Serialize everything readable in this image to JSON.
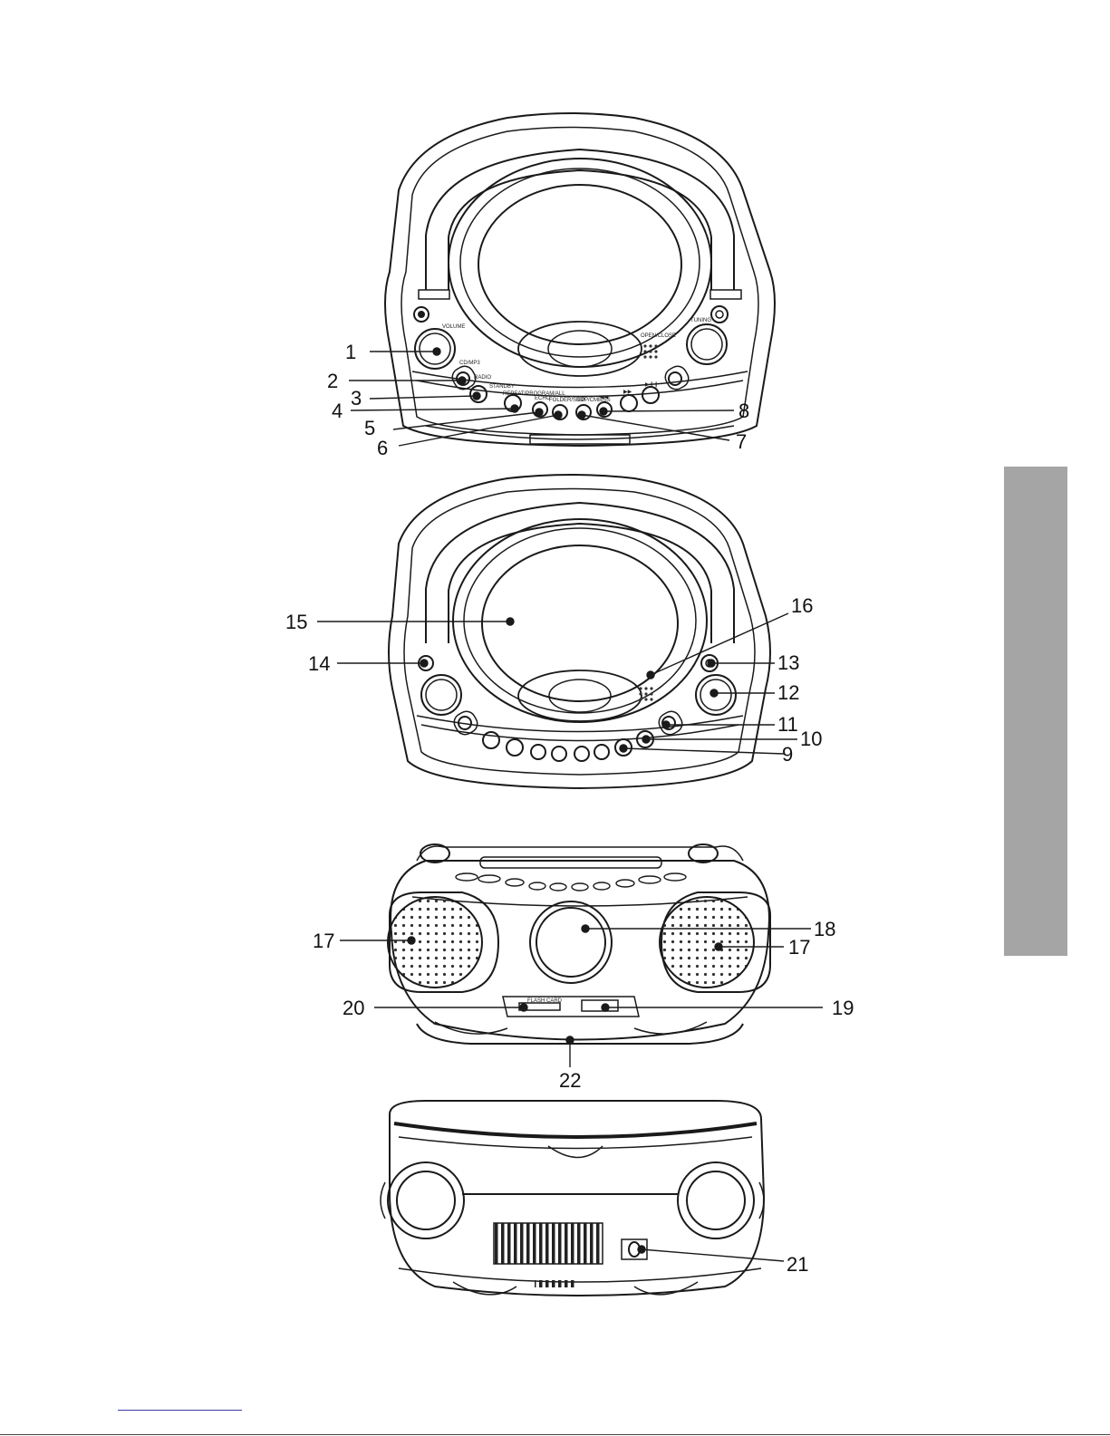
{
  "views": {
    "top": {
      "callouts": [
        {
          "id": "1",
          "label": "1"
        },
        {
          "id": "2",
          "label": "2"
        },
        {
          "id": "3",
          "label": "3"
        },
        {
          "id": "4",
          "label": "4"
        },
        {
          "id": "5",
          "label": "5"
        },
        {
          "id": "6",
          "label": "6"
        },
        {
          "id": "7",
          "label": "7"
        },
        {
          "id": "8",
          "label": "8"
        }
      ],
      "panel_text": {
        "volume": "VOLUME",
        "cd_tape": "CD/MP3",
        "radio": "RADIO",
        "standby": "STANDBY",
        "repeat": "REPEAT/PROGRAM/ALL",
        "echo": "ECHO",
        "folder": "FOLDER/SKIP",
        "program": "DOP/CMB/SS",
        "skip_back": "◀◀",
        "skip_fwd": "▶▶",
        "play": "▶❙❙",
        "open_close": "OPEN/CLOSE",
        "tuning": "TUNING"
      }
    },
    "front": {
      "callouts": [
        {
          "id": "9",
          "label": "9"
        },
        {
          "id": "10",
          "label": "10"
        },
        {
          "id": "11",
          "label": "11"
        },
        {
          "id": "12",
          "label": "12"
        },
        {
          "id": "13",
          "label": "13"
        },
        {
          "id": "14",
          "label": "14"
        },
        {
          "id": "15",
          "label": "15"
        },
        {
          "id": "16",
          "label": "16"
        }
      ]
    },
    "speakers": {
      "callouts": [
        {
          "id": "17a",
          "label": "17"
        },
        {
          "id": "17b",
          "label": "17"
        },
        {
          "id": "18",
          "label": "18"
        },
        {
          "id": "19",
          "label": "19"
        },
        {
          "id": "20",
          "label": "20"
        },
        {
          "id": "22",
          "label": "22"
        }
      ],
      "flash_card": "FLASH CARD"
    },
    "back": {
      "callouts": [
        {
          "id": "21",
          "label": "21"
        }
      ]
    }
  },
  "colors": {
    "line": "#1a1a1a",
    "tab": "#a5a5a5",
    "footer_rule": "#3a3aa0"
  }
}
